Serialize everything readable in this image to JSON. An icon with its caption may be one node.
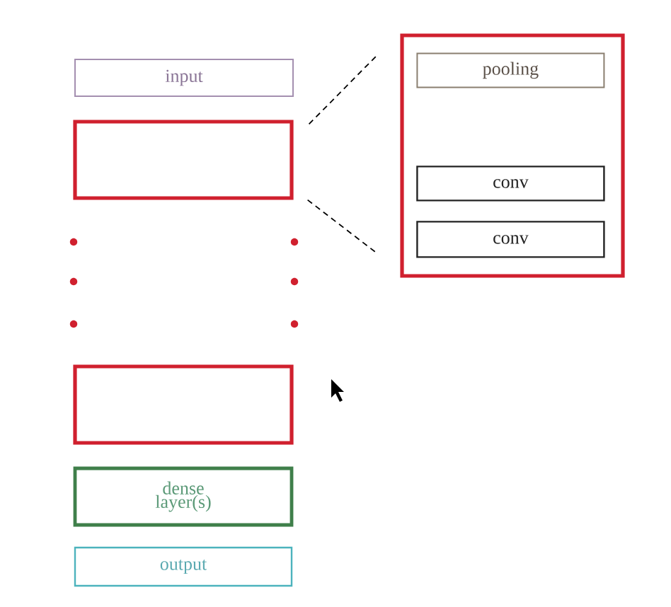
{
  "diagram": {
    "nodes": [
      {
        "text": [
          "input"
        ]
      },
      {
        "text": [],
        "shape": "box"
      },
      {
        "text": [],
        "shape": "box"
      },
      {
        "text": [
          "pooling"
        ],
        "in": 2
      },
      {
        "text": [
          "conv"
        ],
        "in": 2
      },
      {
        "text": [
          "conv"
        ],
        "in": 2
      },
      {
        "text": [],
        "shape": "box"
      },
      {
        "text": [
          "dense layer(s)"
        ]
      },
      {
        "text": [
          "output"
        ]
      }
    ],
    "edges": [
      {
        "from": 1,
        "to": 2,
        "arrow": "none",
        "style": "dashed"
      },
      {
        "from": 1,
        "to": 2,
        "arrow": "none",
        "style": "dashed"
      }
    ]
  }
}
